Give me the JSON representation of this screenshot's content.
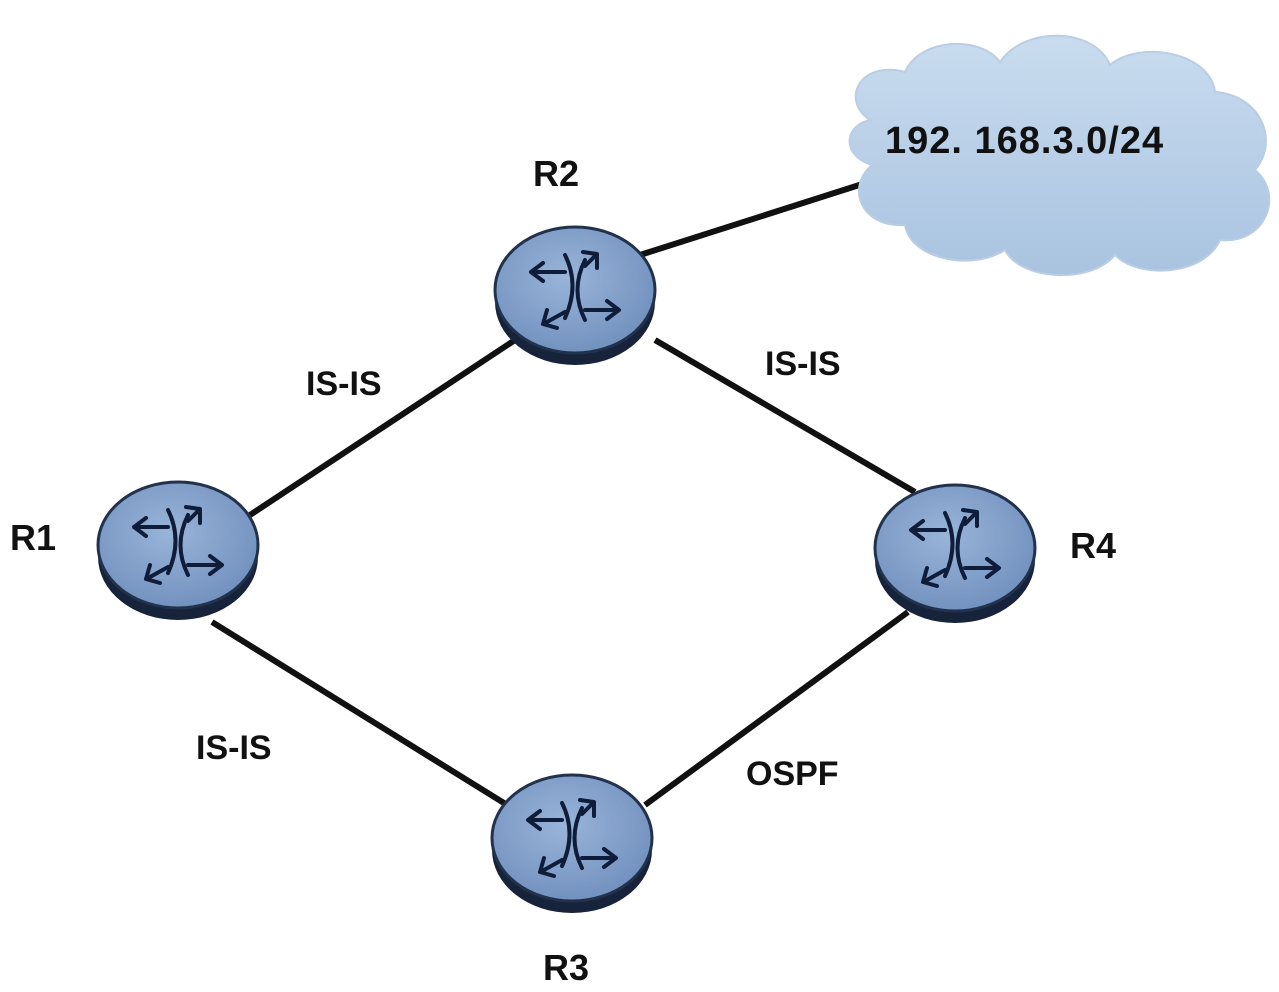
{
  "diagram": {
    "cloud": {
      "label": "192. 168.3.0/24",
      "color": "#b8cfe6"
    },
    "routers": [
      {
        "id": "R1",
        "label": "R1"
      },
      {
        "id": "R2",
        "label": "R2"
      },
      {
        "id": "R3",
        "label": "R3"
      },
      {
        "id": "R4",
        "label": "R4"
      }
    ],
    "links": [
      {
        "from": "R1",
        "to": "R2",
        "label": "IS-IS"
      },
      {
        "from": "R2",
        "to": "R4",
        "label": "IS-IS"
      },
      {
        "from": "R1",
        "to": "R3",
        "label": "IS-IS"
      },
      {
        "from": "R3",
        "to": "R4",
        "label": "OSPF"
      },
      {
        "from": "R2",
        "to": "cloud",
        "label": ""
      }
    ],
    "router_icon": "router-icon",
    "colors": {
      "router_top": "#7e9cc6",
      "router_body": "#1b2a44",
      "link": "#111111"
    }
  }
}
